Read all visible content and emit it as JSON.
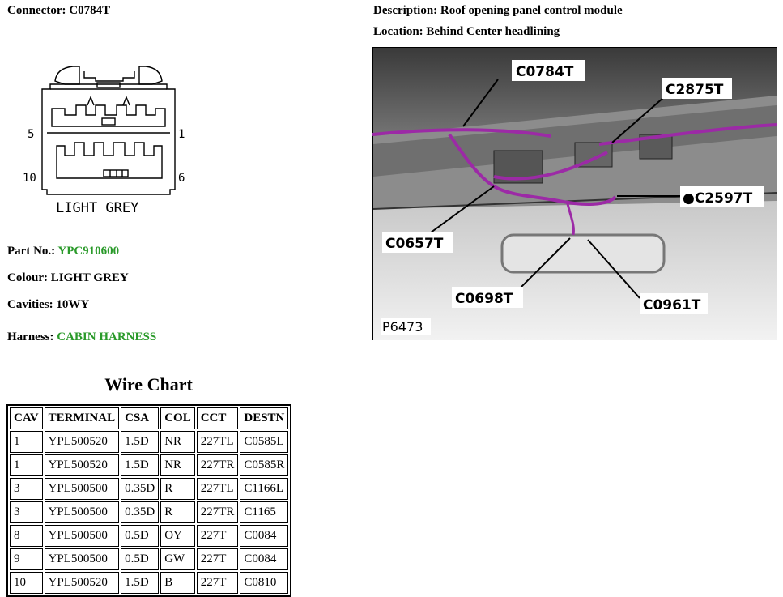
{
  "connector": {
    "label": "Connector:",
    "value": "C0784T"
  },
  "description": {
    "label": "Description:",
    "value": "Roof opening panel control module"
  },
  "location": {
    "label": "Location:",
    "value": "Behind Center headlining"
  },
  "diagram": {
    "pin_left_top": "5",
    "pin_right_top": "1",
    "pin_left_bottom": "10",
    "pin_right_bottom": "6",
    "caption": "LIGHT GREY"
  },
  "photo": {
    "callouts": [
      "C0784T",
      "C2875T",
      "●C2597T",
      "C0657T",
      "C0698T",
      "C0961T"
    ],
    "ref": "P6473"
  },
  "part": {
    "label": "Part No.:",
    "value": "YPC910600"
  },
  "colour": {
    "label": "Colour:",
    "value": "LIGHT GREY"
  },
  "cavities": {
    "label": "Cavities:",
    "value": "10WY"
  },
  "harness": {
    "label": "Harness:",
    "value": "CABIN HARNESS"
  },
  "wire_chart": {
    "title": "Wire Chart",
    "headers": [
      "CAV",
      "TERMINAL",
      "CSA",
      "COL",
      "CCT",
      "DESTN"
    ],
    "rows": [
      [
        "1",
        "YPL500520",
        "1.5D",
        "NR",
        "227TL",
        "C0585L"
      ],
      [
        "1",
        "YPL500520",
        "1.5D",
        "NR",
        "227TR",
        "C0585R"
      ],
      [
        "3",
        "YPL500500",
        "0.35D",
        "R",
        "227TL",
        "C1166L"
      ],
      [
        "3",
        "YPL500500",
        "0.35D",
        "R",
        "227TR",
        "C1165"
      ],
      [
        "8",
        "YPL500500",
        "0.5D",
        "OY",
        "227T",
        "C0084"
      ],
      [
        "9",
        "YPL500500",
        "0.5D",
        "GW",
        "227T",
        "C0084"
      ],
      [
        "10",
        "YPL500520",
        "1.5D",
        "B",
        "227T",
        "C0810"
      ]
    ]
  }
}
